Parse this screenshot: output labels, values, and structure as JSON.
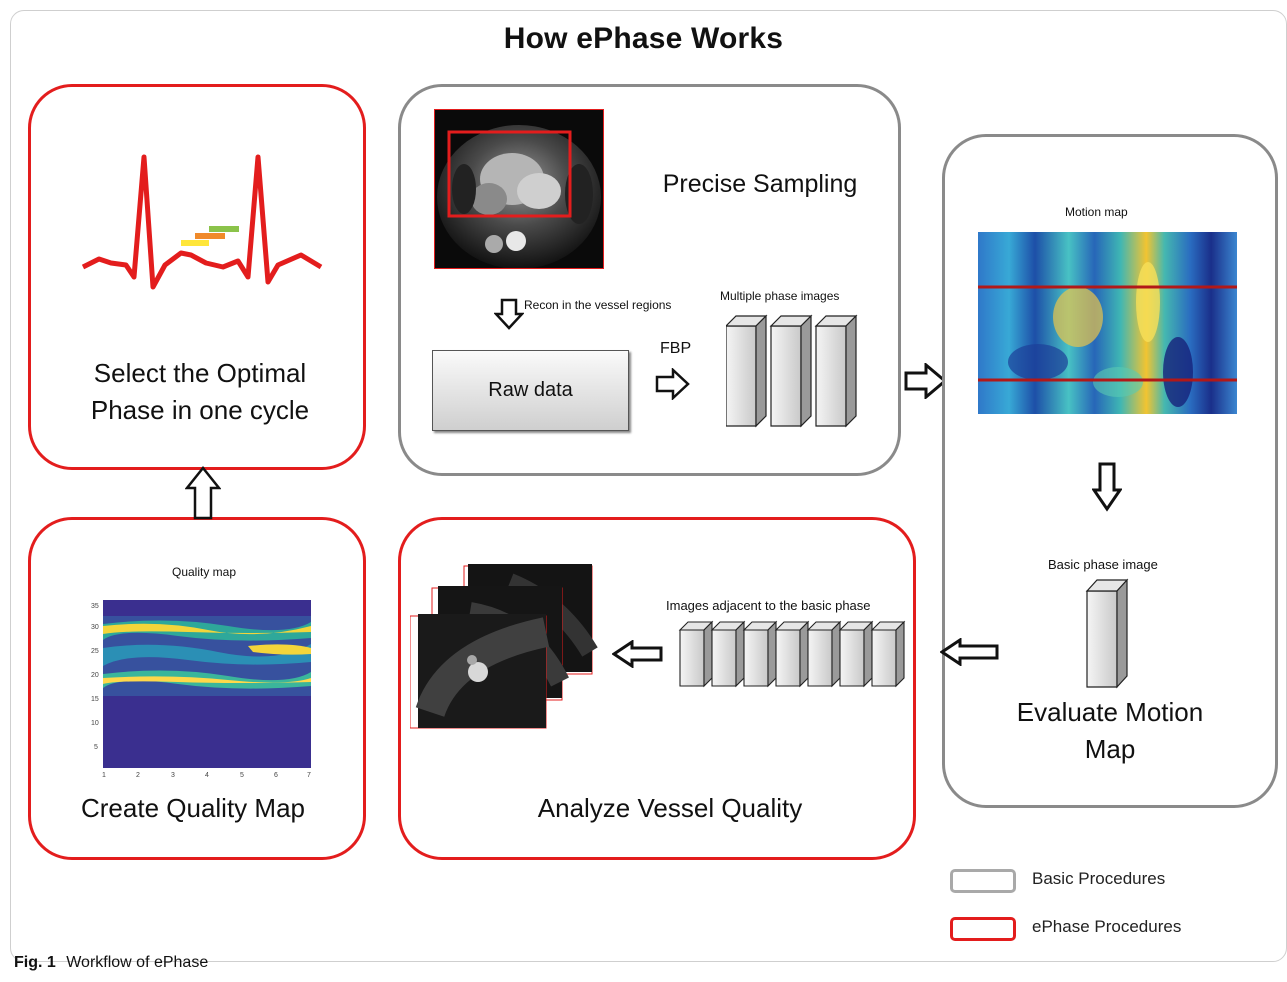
{
  "title": "How ePhase Works",
  "steps": {
    "select": "Select the Optimal Phase in one cycle",
    "sampling": "Precise Sampling",
    "recon": "Recon  in the vessel regions",
    "raw": "Raw data",
    "fbp": "FBP",
    "multiple": "Multiple phase images",
    "motion_map": "Motion map",
    "basic_phase": "Basic phase image",
    "evaluate": "Evaluate Motion Map",
    "adjacent": "Images adjacent to the basic phase",
    "analyze": "Analyze Vessel Quality",
    "quality_map": "Quality map",
    "create": "Create Quality Map"
  },
  "quality_map_axes": {
    "y_ticks": [
      "35",
      "30",
      "25",
      "20",
      "15",
      "10",
      "5"
    ],
    "x_ticks": [
      "1",
      "2",
      "3",
      "4",
      "5",
      "6",
      "7"
    ]
  },
  "legend": {
    "basic": "Basic Procedures",
    "ephase": "ePhase Procedures",
    "basic_color": "#8a8a8a",
    "ephase_color": "#e31d1d"
  },
  "caption": {
    "label": "Fig. 1",
    "text": "Workflow of ePhase"
  }
}
